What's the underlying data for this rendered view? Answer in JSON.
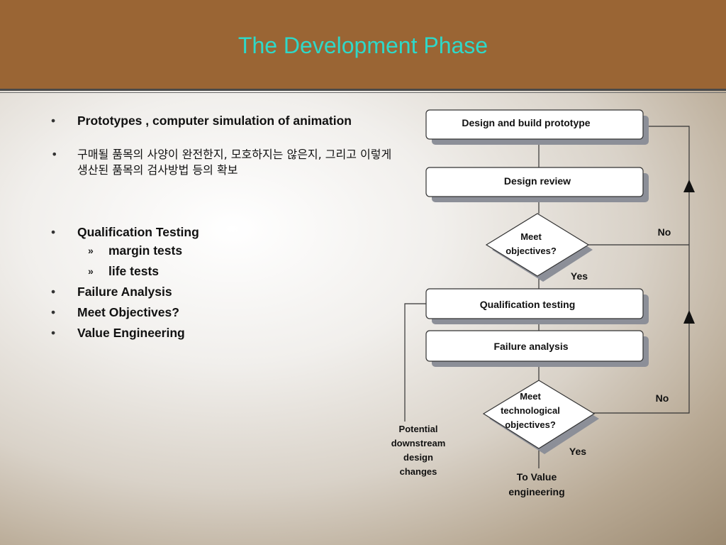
{
  "slide": {
    "title": "The Development Phase"
  },
  "bullets": [
    {
      "text": "Prototypes , computer simulation of animation"
    },
    {
      "text": "구매될 품목의 사양이 완전한지, 모호하지는 않은지, 그리고 이렇게 생산된 품목의 검사방법 등의 확보"
    },
    {
      "text": "Qualification Testing"
    },
    {
      "text": "margin tests"
    },
    {
      "text": "life tests"
    },
    {
      "text": "Failure Analysis"
    },
    {
      "text": "Meet Objectives?"
    },
    {
      "text": "Value Engineering"
    }
  ],
  "flowchart": {
    "box_prototype": "Design and build prototype",
    "box_review": "Design review",
    "diamond_objectives": [
      "Meet",
      "objectives?"
    ],
    "box_qualification": "Qualification testing",
    "box_failure": "Failure analysis",
    "diamond_tech": [
      "Meet",
      "technological",
      "objectives?"
    ],
    "label_no_1": "No",
    "label_yes_1": "Yes",
    "label_no_2": "No",
    "label_yes_2": "Yes",
    "label_potential": [
      "Potential",
      "downstream",
      "design",
      "changes"
    ],
    "label_value": [
      "To Value",
      "engineering"
    ]
  }
}
